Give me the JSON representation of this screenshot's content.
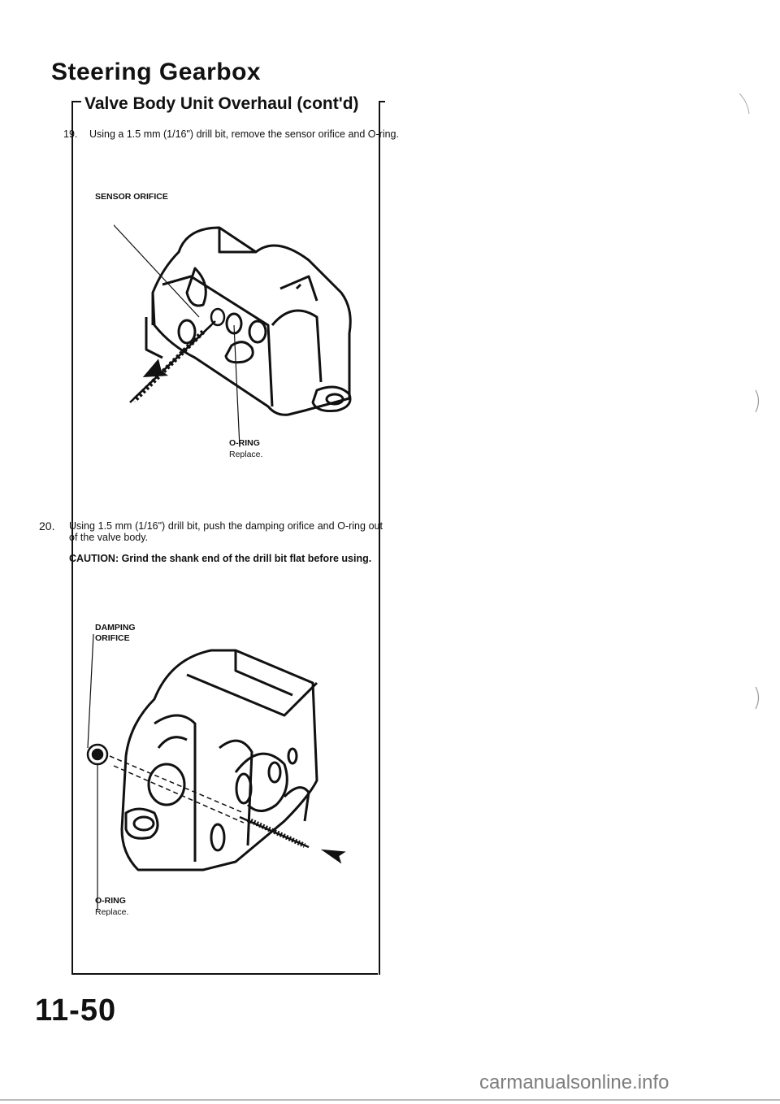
{
  "header": {
    "page_title": "Steering Gearbox",
    "section_title": "Valve Body Unit Overhaul (cont'd)"
  },
  "steps": [
    {
      "number": "19.",
      "text": "Using a 1.5 mm (1/16\") drill bit, remove the sensor orifice and O-ring."
    },
    {
      "number": "20.",
      "text": "Using 1.5 mm (1/16\") drill bit, push the damping orifice and O-ring out of the valve body.",
      "caution": "CAUTION: Grind the shank end of the drill bit flat before using."
    }
  ],
  "figure1": {
    "label_top": "SENSOR ORIFICE",
    "label_bottom": "O-RING",
    "label_bottom_note": "Replace."
  },
  "figure2": {
    "label_top_line1": "DAMPING",
    "label_top_line2": "ORIFICE",
    "label_bottom": "O-RING",
    "label_bottom_note": "Replace."
  },
  "footer": {
    "page_number": "11-50",
    "url": "carmanualsonline.info"
  }
}
